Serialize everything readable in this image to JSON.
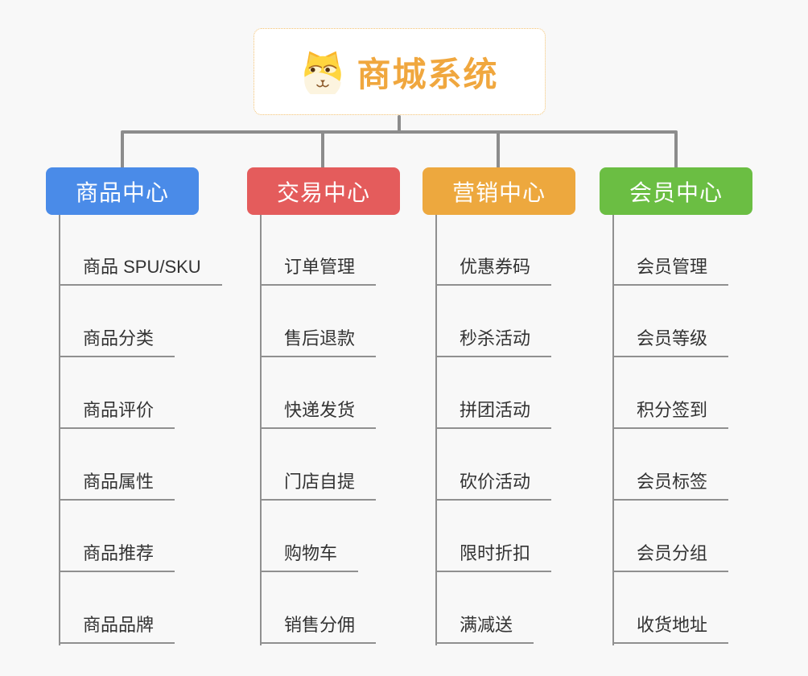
{
  "page": {
    "background": "#F8F8F8"
  },
  "root": {
    "label": "商城系统",
    "text_color": "#F0A73E",
    "border_color": "#F3C170",
    "background": "#FFFFFF",
    "icon": "doge-icon"
  },
  "connector": {
    "color": "#8C8C8C",
    "underline_color": "#909090",
    "item_text_color": "#333333"
  },
  "branches": [
    {
      "label": "商品中心",
      "color": "#4A8BE8",
      "items": [
        "商品 SPU/SKU",
        "商品分类",
        "商品评价",
        "商品属性",
        "商品推荐",
        "商品品牌"
      ]
    },
    {
      "label": "交易中心",
      "color": "#E45C5C",
      "items": [
        "订单管理",
        "售后退款",
        "快递发货",
        "门店自提",
        "购物车",
        "销售分佣"
      ]
    },
    {
      "label": "营销中心",
      "color": "#EDA83E",
      "items": [
        "优惠券码",
        "秒杀活动",
        "拼团活动",
        "砍价活动",
        "限时折扣",
        "满减送"
      ]
    },
    {
      "label": "会员中心",
      "color": "#6BBE43",
      "items": [
        "会员管理",
        "会员等级",
        "积分签到",
        "会员标签",
        "会员分组",
        "收货地址"
      ]
    }
  ]
}
